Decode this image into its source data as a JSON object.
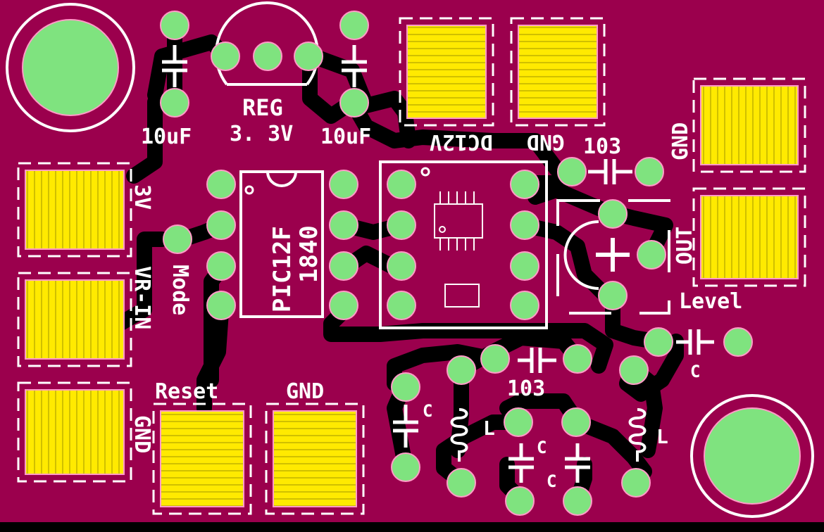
{
  "colors": {
    "board": "#9b004d",
    "trace": "#000000",
    "pad": "#7fe37f",
    "smd_pad": "#ffea00",
    "silk": "#ffffff",
    "pad_outline": "#ff9bc8"
  },
  "labels": {
    "cap_left": "10uF",
    "cap_right": "10uF",
    "reg_name": "REG",
    "reg_voltage": "3. 3V",
    "dc12v": "DC12V",
    "gnd_top": "GND",
    "cap_103_top": "103",
    "gnd_right": "GND",
    "three_v": "3V",
    "vr_in": "VR-IN",
    "gnd_left": "GND",
    "mode": "Mode",
    "pic_line1": "PIC12F",
    "pic_line2": "1840",
    "out": "OUT",
    "level": "Level",
    "reset": "Reset",
    "gnd_bottom": "GND",
    "cap_103_bottom": "103",
    "c1": "C",
    "c2": "C",
    "c3": "C",
    "c4": "C",
    "l1": "L",
    "l2": "L"
  }
}
